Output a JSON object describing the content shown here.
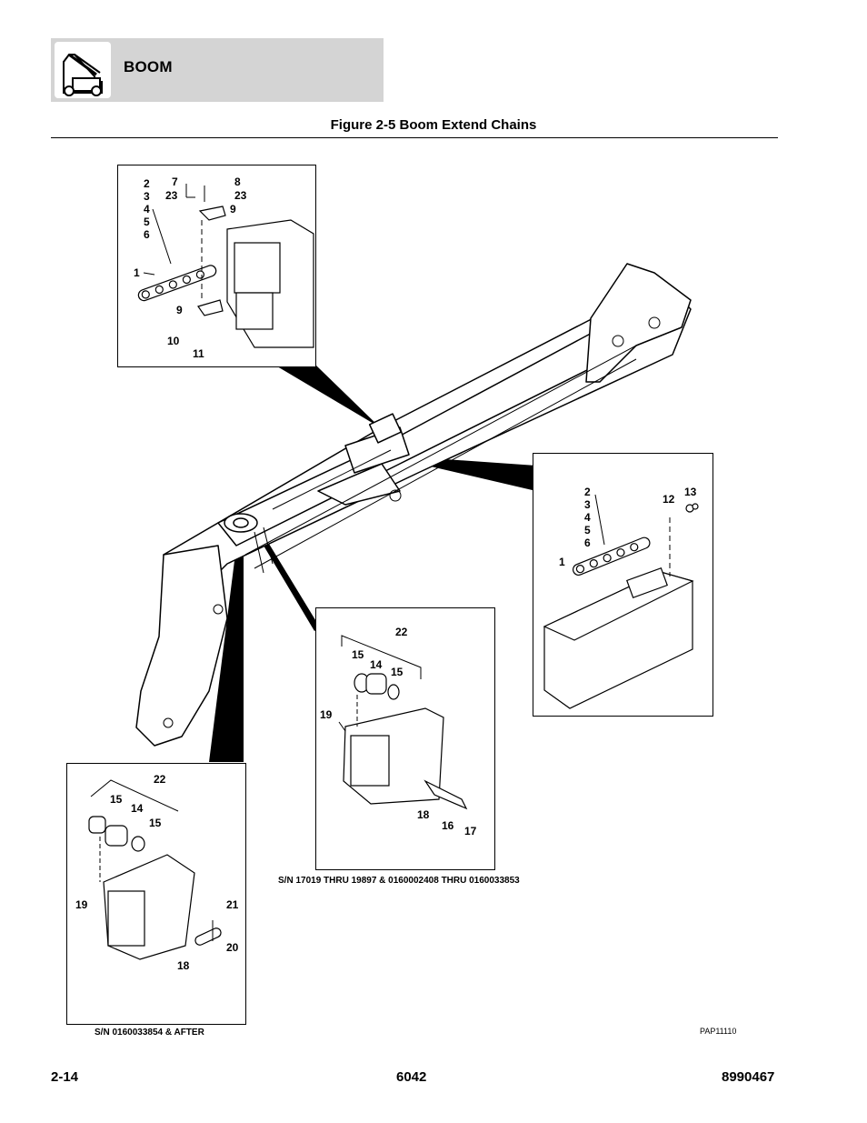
{
  "header": {
    "section_title": "BOOM",
    "icon": "telehandler-boom-icon"
  },
  "figure": {
    "title": "Figure 2-5 Boom Extend Chains",
    "art_number": "PAP11110"
  },
  "insets": {
    "top_left": {
      "callouts": [
        "2",
        "3",
        "4",
        "5",
        "6",
        "7",
        "23",
        "8",
        "23",
        "9",
        "1",
        "9",
        "10",
        "11"
      ]
    },
    "right": {
      "callouts": [
        "2",
        "3",
        "4",
        "5",
        "6",
        "12",
        "13",
        "1"
      ]
    },
    "middle": {
      "callouts": [
        "22",
        "15",
        "14",
        "15",
        "19",
        "18",
        "16",
        "17"
      ],
      "serial_note": "S/N 17019 THRU 19897 & 0160002408 THRU 0160033853"
    },
    "bottom_left": {
      "callouts": [
        "22",
        "15",
        "14",
        "15",
        "19",
        "21",
        "20",
        "18"
      ],
      "serial_note": "S/N 0160033854 & AFTER"
    }
  },
  "footer": {
    "page_number": "2-14",
    "model": "6042",
    "doc_number": "8990467"
  }
}
